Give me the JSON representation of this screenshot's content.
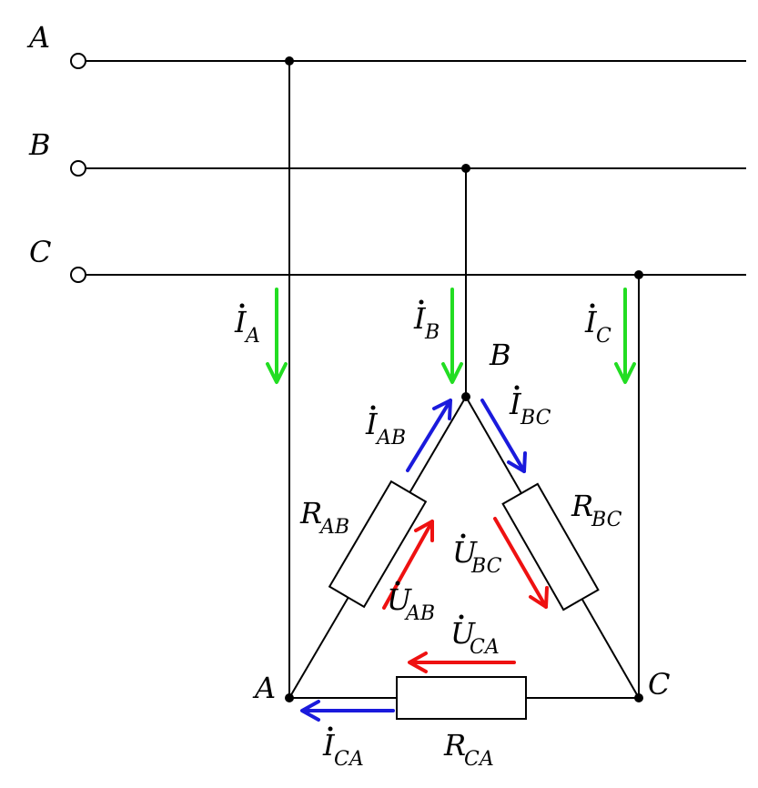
{
  "lines": {
    "A": "A",
    "B": "B",
    "C": "C"
  },
  "nodes": {
    "A": "A",
    "B": "B",
    "C": "C"
  },
  "currents": {
    "IA": {
      "base": "I",
      "sub": "A"
    },
    "IB": {
      "base": "I",
      "sub": "B"
    },
    "IC": {
      "base": "I",
      "sub": "C"
    },
    "IAB": {
      "base": "I",
      "sub": "AB"
    },
    "IBC": {
      "base": "I",
      "sub": "BC"
    },
    "ICA": {
      "base": "I",
      "sub": "CA"
    }
  },
  "voltages": {
    "UAB": {
      "base": "U",
      "sub": "AB"
    },
    "UBC": {
      "base": "U",
      "sub": "BC"
    },
    "UCA": {
      "base": "U",
      "sub": "CA"
    }
  },
  "resistors": {
    "RAB": {
      "base": "R",
      "sub": "AB"
    },
    "RBC": {
      "base": "R",
      "sub": "BC"
    },
    "RCA": {
      "base": "R",
      "sub": "CA"
    }
  },
  "colors": {
    "line_current": "#22dd22",
    "phase_current": "#1a1adc",
    "voltage": "#ee1111"
  }
}
